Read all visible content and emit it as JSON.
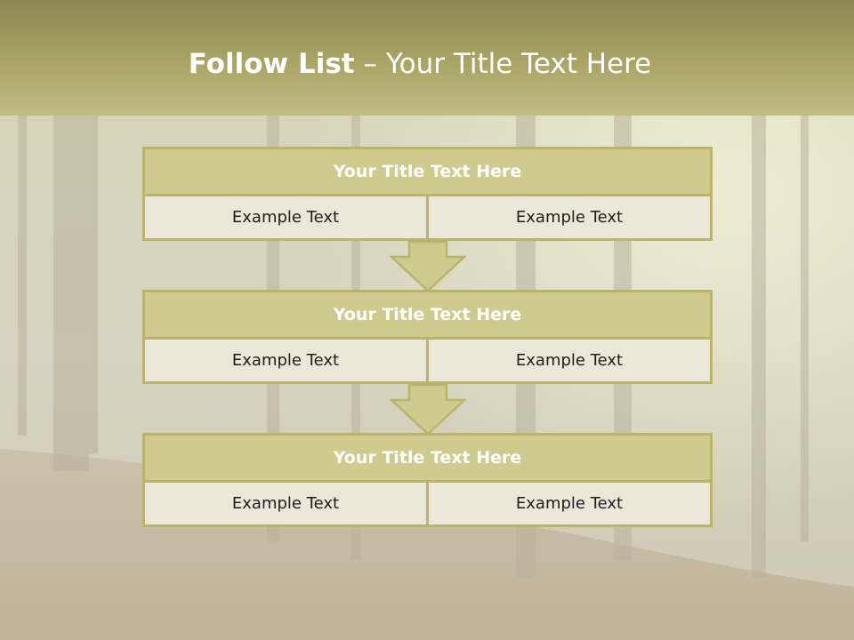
{
  "slide": {
    "title_bold": "Follow List",
    "title_rest": " – Your Title Text Here"
  },
  "steps": [
    {
      "title": "Your Title Text Here",
      "left": "Example Text",
      "right": "Example Text"
    },
    {
      "title": "Your Title Text Here",
      "left": "Example Text",
      "right": "Example Text"
    },
    {
      "title": "Your Title Text Here",
      "left": "Example Text",
      "right": "Example Text"
    }
  ],
  "colors": {
    "header": "#aaa565",
    "box_fill": "#cfcb8f",
    "box_border": "#b9b36c",
    "cell_fill": "#ebe8d9"
  }
}
